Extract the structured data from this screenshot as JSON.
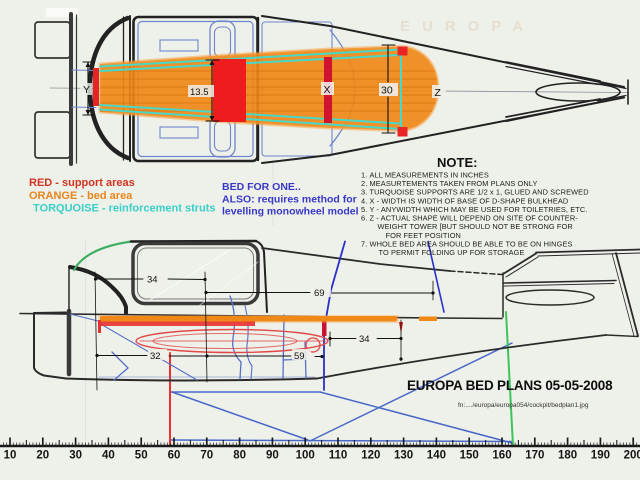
{
  "legend": {
    "red": "RED - support areas",
    "orange": "ORANGE - bed area",
    "turquoise": "TORQUOISE - reinforcement struts"
  },
  "bed_note": {
    "line1": "BED FOR ONE..",
    "line2": "ALSO: requires method for",
    "line3": "levelling monowheel model"
  },
  "notes": {
    "heading": "NOTE:",
    "lines": [
      {
        "num": "1.",
        "text": "ALL MEASUREMENTS IN INCHES",
        "indent": 0
      },
      {
        "num": "2.",
        "text": "MEASURTEMENTS TAKEN FROM PLANS ONLY",
        "indent": 0
      },
      {
        "num": "3.",
        "text": "TURQUOISE SUPPORTS ARE 1/2 x 1, GLUED AND SCREWED",
        "indent": 0
      },
      {
        "num": "4.",
        "text": "X - WIDTH IS WIDTH OF BASE OF D-SHAPE BULKHEAD",
        "indent": 0
      },
      {
        "num": "5.",
        "text": "Y - ANYWIDTH WHICH MAY BE USED FOR TOILETRIES, ETC.",
        "indent": 0
      },
      {
        "num": "6.",
        "text": "Z - ACTUAL SHAPE WILL DEPEND ON SITE OF COUNTER-",
        "indent": 0
      },
      {
        "num": "",
        "text": "WEIGHT TOWER [BUT SHOULD NOT BE STRONG FOR",
        "indent": 8
      },
      {
        "num": "",
        "text": "FOR FEET POSITION",
        "indent": 16
      },
      {
        "num": "7.",
        "text": "WHOLE BED AREA SHOULD BE ABLE TO BE ON HINGES",
        "indent": 0
      },
      {
        "num": "",
        "text": "TO PERMIT FOLDING UP FOR STORAGE",
        "indent": 9
      }
    ]
  },
  "plan_dims": {
    "y": "Y",
    "w135": "13.5",
    "x": "X",
    "w30": "30",
    "z": "Z"
  },
  "side_dims": {
    "canopy34": "34",
    "len69": "69",
    "seat32": "32",
    "len59": "59",
    "tail34": "34"
  },
  "title": "EUROPA BED PLANS 05-05-2008",
  "filename": "fn:..../europa/europa054/cockpit/bedplan1.jpg",
  "watermark": "EUROPA",
  "ruler": {
    "labels": [
      "10",
      "20",
      "30",
      "40",
      "50",
      "60",
      "70",
      "80",
      "90",
      "100",
      "110",
      "120",
      "130",
      "140",
      "150",
      "160",
      "170",
      "180",
      "190",
      "200"
    ]
  },
  "colors": {
    "support_red": "#e82424",
    "bed_orange": "#f08818",
    "strut_turquoise": "#48d8c8",
    "frame_blue": "#6e86cc",
    "dark_blue": "#2830c8",
    "marker_green": "#3cc45c",
    "marker_red": "#f03030"
  }
}
